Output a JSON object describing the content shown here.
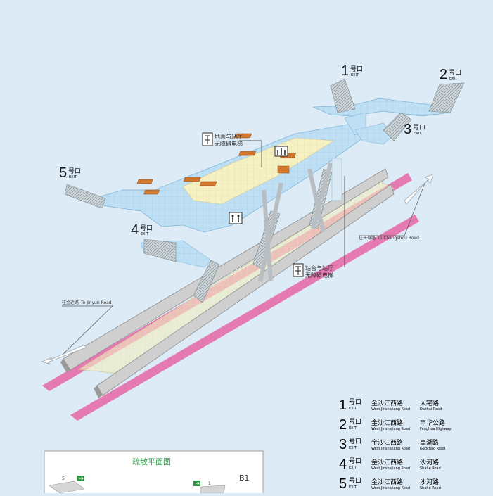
{
  "exits_on_map": [
    {
      "num": "1",
      "label": "号口",
      "sub": "EXIT"
    },
    {
      "num": "2",
      "label": "号口",
      "sub": "EXIT"
    },
    {
      "num": "3",
      "label": "号口",
      "sub": "EXIT"
    },
    {
      "num": "4",
      "label": "号口",
      "sub": "EXIT"
    },
    {
      "num": "5",
      "label": "号口",
      "sub": "EXIT"
    }
  ],
  "callouts": {
    "hall_elevator": {
      "line1": "地面与站厅",
      "line2": "无障碍电梯"
    },
    "platform_elevator": {
      "line1": "站台与站厅",
      "line2": "无障碍电梯"
    }
  },
  "directions": {
    "changshou": {
      "cn": "往长寿路",
      "en": "To Changshou Road"
    },
    "jinyun": {
      "cn": "往金运路",
      "en": "To Jinyun Road"
    }
  },
  "legend": [
    {
      "num": "1",
      "label": "号口",
      "sub": "EXIT",
      "road1_cn": "金沙江西路",
      "road1_en": "West Jinshajiang Road",
      "road2_cn": "大宅路",
      "road2_en": "Dazhai Road"
    },
    {
      "num": "2",
      "label": "号口",
      "sub": "EXIT",
      "road1_cn": "金沙江西路",
      "road1_en": "West Jinshajiang Road",
      "road2_cn": "丰华公路",
      "road2_en": "Fenghua Highway"
    },
    {
      "num": "3",
      "label": "号口",
      "sub": "EXIT",
      "road1_cn": "金沙江西路",
      "road1_en": "West Jinshajiang Road",
      "road2_cn": "高潮路",
      "road2_en": "Gaochao Road"
    },
    {
      "num": "4",
      "label": "号口",
      "sub": "EXIT",
      "road1_cn": "金沙江西路",
      "road1_en": "West Jinshajiang Road",
      "road2_cn": "沙河路",
      "road2_en": "Shahe Road"
    },
    {
      "num": "5",
      "label": "号口",
      "sub": "EXIT",
      "road1_cn": "金沙江西路",
      "road1_en": "West Jinshajiang Road",
      "road2_cn": "沙河路",
      "road2_en": "Shahe Road"
    }
  ],
  "evac": {
    "title": "疏散平面图",
    "level": "B1",
    "exit5_num": "5",
    "exit1_num": "1"
  },
  "colors": {
    "background": "#ddebf7",
    "concourse": "#bfe0f4",
    "paid_area": "#f6f1c3",
    "platform": "#f2edbf",
    "track": "#e57ab2",
    "train": "#cfcfcf",
    "bench": "#d2772c",
    "evac_green": "#2e9a45"
  }
}
